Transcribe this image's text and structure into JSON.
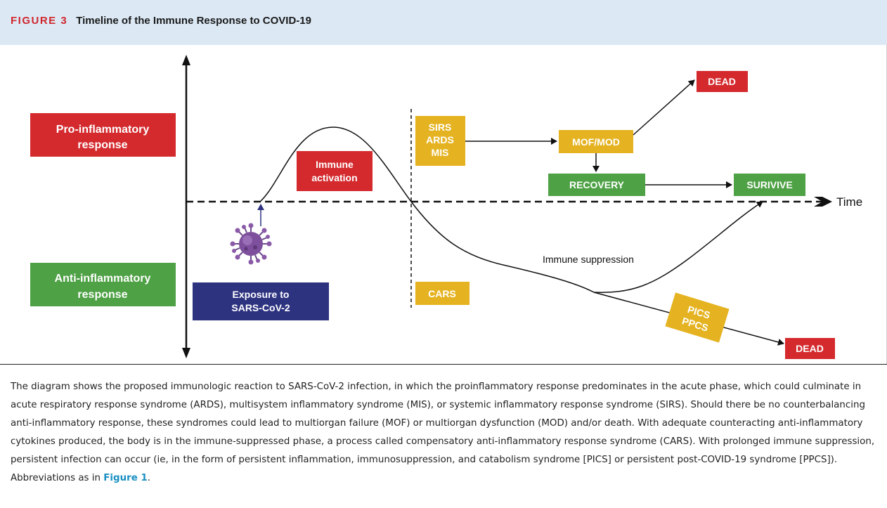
{
  "header": {
    "label": "FIGURE 3",
    "title": "Timeline of the Immune Response to COVID-19"
  },
  "diagram": {
    "pro_response": [
      "Pro-inflammatory",
      "response"
    ],
    "anti_response": [
      "Anti-inflammatory",
      "response"
    ],
    "exposure": [
      "Exposure to",
      "SARS-CoV-2"
    ],
    "immune_activation": [
      "Immune",
      "activation"
    ],
    "sirs_box": [
      "SIRS",
      "ARDS",
      "MIS"
    ],
    "cars": "CARS",
    "mof": "MOF/MOD",
    "dead_top": "DEAD",
    "recovery": "RECOVERY",
    "survive": "SURIVIVE",
    "time": "Time",
    "immune_suppression": "Immune suppression",
    "pics": [
      "PICS",
      "PPCS"
    ],
    "dead_bottom": "DEAD"
  },
  "caption": {
    "text": "The diagram shows the proposed immunologic reaction to SARS-CoV-2 infection, in which the proinflammatory response predominates in the acute phase, which could culminate in acute respiratory response syndrome (ARDS), multisystem inflammatory syndrome (MIS), or systemic inflammatory response syndrome (SIRS). Should there be no counterbalancing anti-inflammatory response, these syndromes could lead to multiorgan failure (MOF) or multiorgan dysfunction (MOD) and/or death. With adequate counteracting anti-inflammatory cytokines produced, the body is in the immune-suppressed phase, a process called compensatory anti-inflammatory response syndrome (CARS). With prolonged immune suppression, persistent infection can occur (ie, in the form of persistent inflammation, immunosuppression, and catabolism syndrome [PICS] or persistent post-COVID-19 syndrome [PPCS]). Abbreviations as in",
    "link": "Figure 1",
    "end": "."
  },
  "colors": {
    "red": "#d42a2e",
    "green": "#4ea145",
    "yellow": "#e5b321",
    "navy": "#2e3380",
    "header_bg": "#dce9f5",
    "link": "#1a8fc3"
  }
}
